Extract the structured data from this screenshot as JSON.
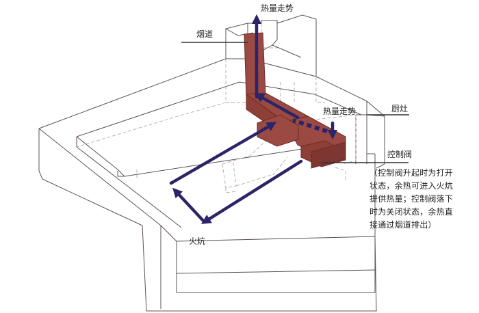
{
  "labels": {
    "heat_flow_top": "热量走势",
    "flue": "烟道",
    "heat_flow_mid": "热量走势",
    "stove": "厨灶",
    "control_valve": "控制阀",
    "kang": "火炕"
  },
  "note_lines": [
    "（控制阀升起时为打开",
    "状态，余热可进入火炕",
    "提供热量；控制阀落下",
    "时为关闭状态，余热直",
    "接通过烟道排出）"
  ],
  "colors": {
    "duct": "#9a4a43",
    "duct_edge": "#6e2b26",
    "flow_arrow": "#2c2468",
    "structure_edge": "#5c5050",
    "hidden_edge": "#b9a6a6"
  }
}
